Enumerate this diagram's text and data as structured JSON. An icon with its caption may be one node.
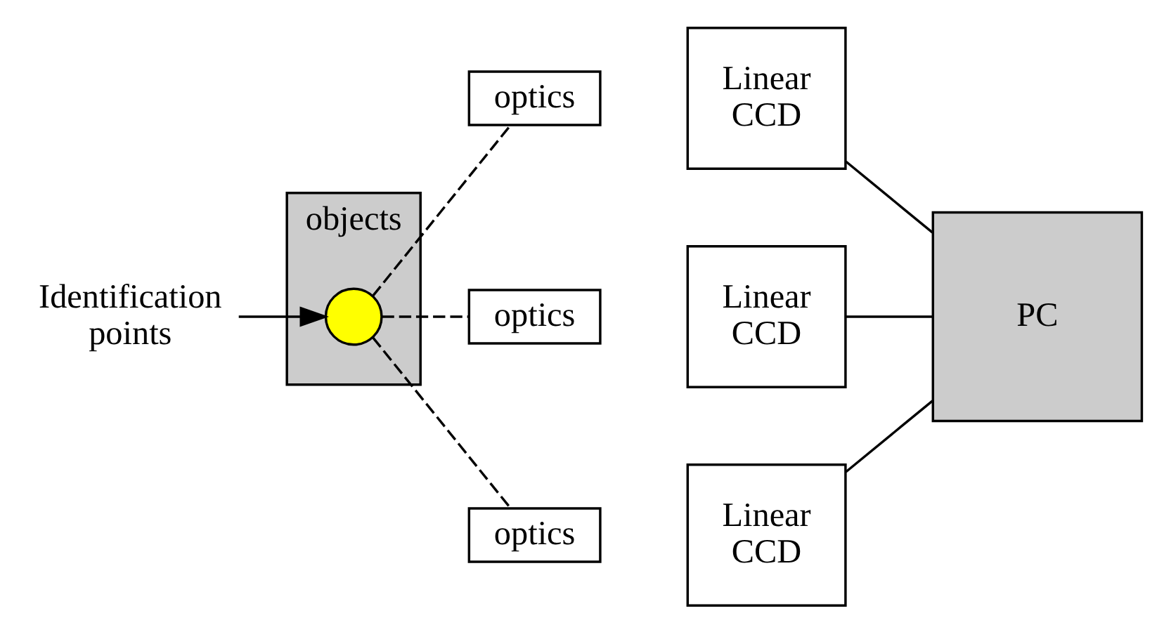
{
  "diagram": {
    "nodes": [
      {
        "text": [
          "objects"
        ]
      },
      {
        "text": [],
        "shape": "circle",
        "in": 0
      },
      {
        "text": [
          "Identification points"
        ]
      },
      {
        "text": [
          "optics"
        ]
      },
      {
        "text": [
          "Linear CCD"
        ]
      },
      {
        "text": [
          "optics"
        ]
      },
      {
        "text": [
          "Linear CCD"
        ]
      },
      {
        "text": [
          "optics"
        ]
      },
      {
        "text": [
          "Linear CCD"
        ]
      },
      {
        "text": [
          "PC"
        ]
      }
    ],
    "edges": [
      {
        "from": 2,
        "to": 1,
        "arrow": "to"
      },
      {
        "from": 1,
        "to": 3,
        "arrow": "none",
        "style": "dashed"
      },
      {
        "from": 1,
        "to": 5,
        "arrow": "none",
        "style": "dashed"
      },
      {
        "from": 1,
        "to": 7,
        "arrow": "none",
        "style": "dashed"
      },
      {
        "from": 4,
        "to": 9,
        "arrow": "none"
      },
      {
        "from": 6,
        "to": 9,
        "arrow": "none"
      },
      {
        "from": 8,
        "to": 9,
        "arrow": "none"
      }
    ]
  }
}
